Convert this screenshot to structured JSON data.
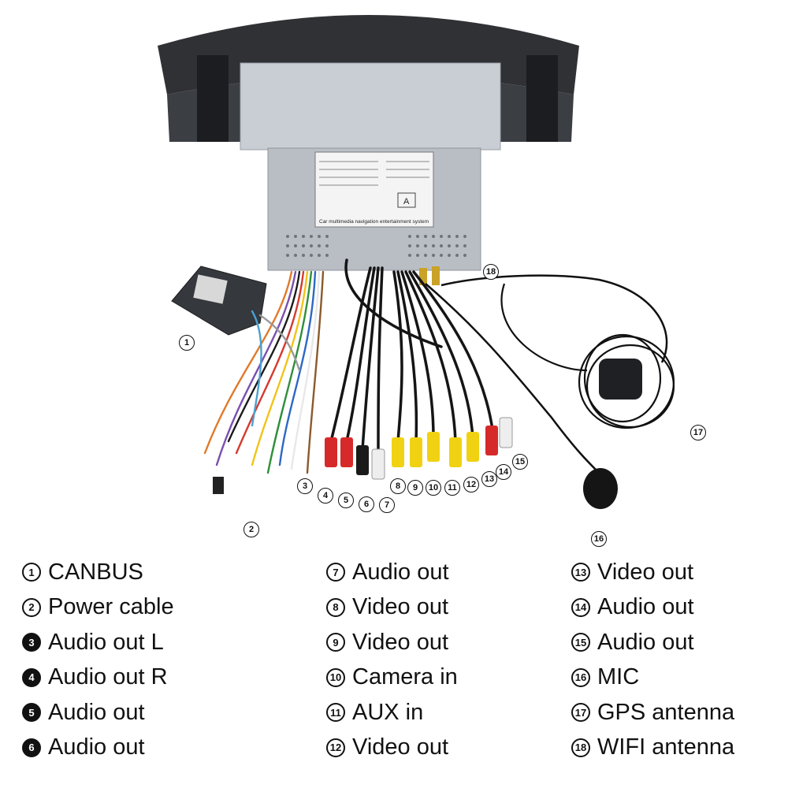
{
  "callouts": [
    {
      "n": "1"
    },
    {
      "n": "2"
    },
    {
      "n": "3"
    },
    {
      "n": "4"
    },
    {
      "n": "5"
    },
    {
      "n": "6"
    },
    {
      "n": "7"
    },
    {
      "n": "8"
    },
    {
      "n": "9"
    },
    {
      "n": "10"
    },
    {
      "n": "11"
    },
    {
      "n": "12"
    },
    {
      "n": "13"
    },
    {
      "n": "14"
    },
    {
      "n": "15"
    },
    {
      "n": "16"
    },
    {
      "n": "17"
    },
    {
      "n": "18"
    }
  ],
  "unit_labels": {
    "system_text": "Car multimedia navigation entertainment system",
    "panel_letter": "A"
  },
  "legend": [
    {
      "n": "1",
      "label": "CANBUS"
    },
    {
      "n": "2",
      "label": "Power cable"
    },
    {
      "n": "3",
      "label": "Audio out L"
    },
    {
      "n": "4",
      "label": "Audio out R"
    },
    {
      "n": "5",
      "label": "Audio out"
    },
    {
      "n": "6",
      "label": "Audio out"
    },
    {
      "n": "7",
      "label": "Audio out"
    },
    {
      "n": "8",
      "label": "Video out"
    },
    {
      "n": "9",
      "label": "Video out"
    },
    {
      "n": "10",
      "label": "Camera in"
    },
    {
      "n": "11",
      "label": "AUX in"
    },
    {
      "n": "12",
      "label": "Video out"
    },
    {
      "n": "13",
      "label": "Video out"
    },
    {
      "n": "14",
      "label": "Audio out"
    },
    {
      "n": "15",
      "label": "Audio out"
    },
    {
      "n": "16",
      "label": "MIC"
    },
    {
      "n": "17",
      "label": "GPS antenna"
    },
    {
      "n": "18",
      "label": "WIFI antenna"
    }
  ]
}
